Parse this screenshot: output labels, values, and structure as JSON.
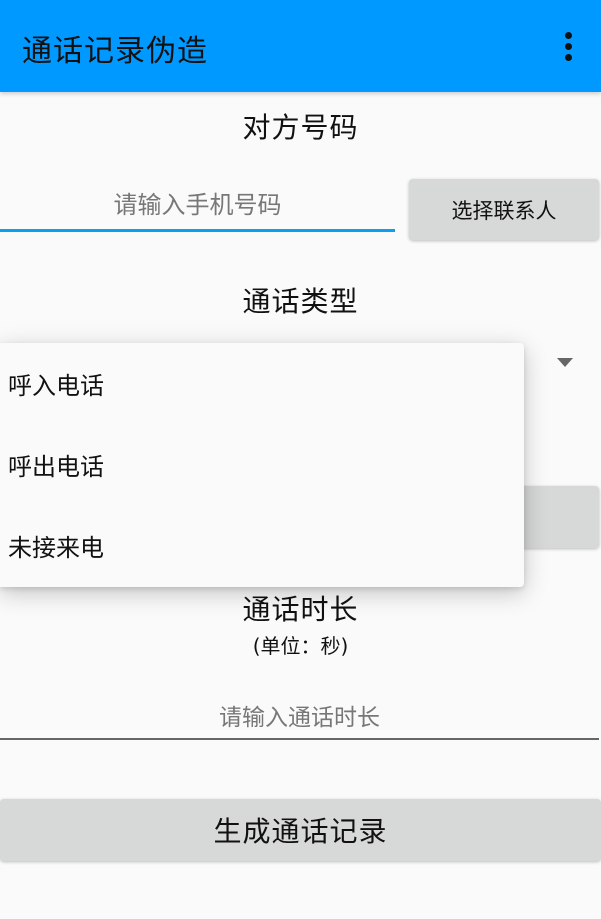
{
  "appbar": {
    "title": "通话记录伪造",
    "background_color": "#0099ff",
    "overflow_icon": "more-vert-icon"
  },
  "phone_section": {
    "label": "对方号码",
    "input_value": "",
    "input_placeholder": "请输入手机号码",
    "pick_contact_label": "选择联系人"
  },
  "call_type_section": {
    "label": "通话类型",
    "dropdown_icon": "dropdown-arrow-icon",
    "dropdown_open": true,
    "options": [
      "呼入电话",
      "呼出电话",
      "未接来电"
    ]
  },
  "duration_section": {
    "label": "通话时长",
    "unit_note": "(单位：秒)",
    "input_value": "",
    "input_placeholder": "请输入通话时长"
  },
  "generate_button": {
    "label": "生成通话记录"
  }
}
